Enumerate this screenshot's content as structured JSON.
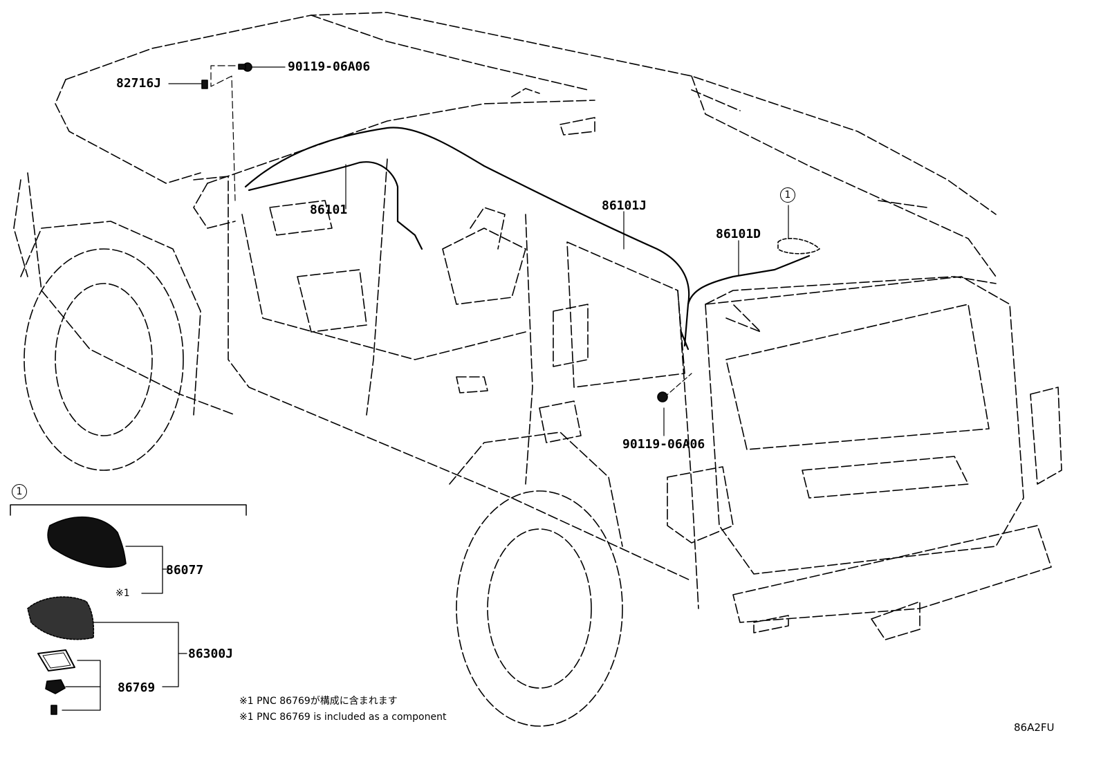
{
  "labels": {
    "bolt_top": "90119-06A06",
    "clamp": "82716J",
    "harness_main": "86101",
    "harness_j": "86101J",
    "harness_d": "86101D",
    "bolt_rear": "90119-06A06",
    "antenna_cover": "86077",
    "antenna_assy": "86300J",
    "gasket": "86769",
    "callout_mark": "1",
    "note_mark": "※1"
  },
  "notes": {
    "jp": "※1 PNC 86769が構成に含まれます",
    "en": "※1 PNC 86769 is included as a component"
  },
  "figure_code": "86A2FU",
  "colors": {
    "line": "#000000",
    "background": "#ffffff",
    "part_fill": "#111111"
  }
}
